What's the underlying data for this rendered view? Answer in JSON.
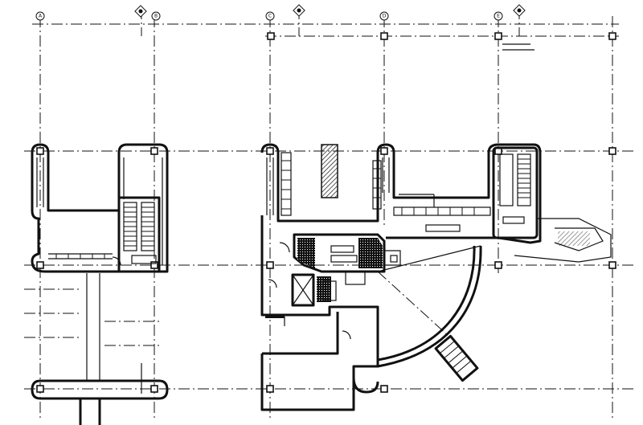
{
  "drawing": {
    "grid_bubbles": [
      {
        "label": "A"
      },
      {
        "label": "B"
      },
      {
        "label": "C"
      },
      {
        "label": "D"
      },
      {
        "label": "E"
      }
    ],
    "room_tags": [
      "",
      "",
      "",
      "",
      "",
      ""
    ],
    "note_text": ""
  }
}
